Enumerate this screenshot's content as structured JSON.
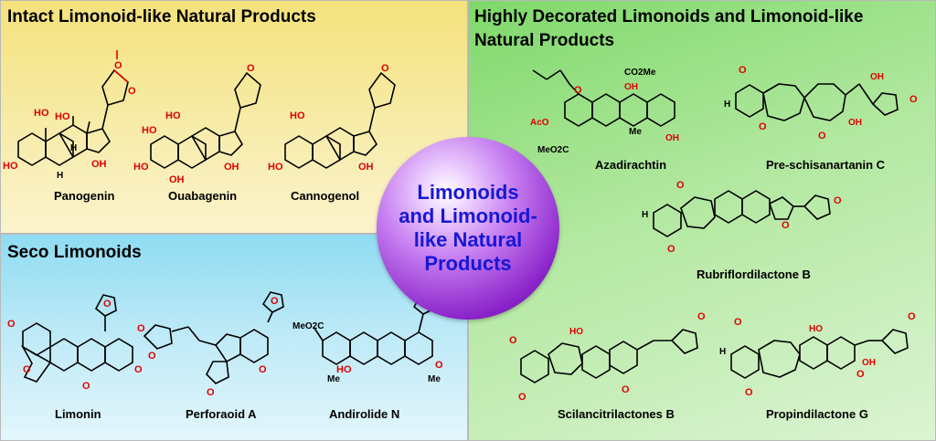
{
  "panels": {
    "intact_title": "Intact Limonoid-like Natural Products",
    "seco_title": "Seco Limonoids",
    "decorated_title_line1": "Highly Decorated Limonoids and Limonoid-like",
    "decorated_title_line2": "Natural Products"
  },
  "center": {
    "line1": "Limonoids",
    "line2": "and Limonoid-",
    "line3": "like Natural",
    "line4": "Products"
  },
  "compounds": {
    "panogenin": "Panogenin",
    "ouabagenin": "Ouabagenin",
    "cannogenol": "Cannogenol",
    "limonin": "Limonin",
    "perforaoid": "Perforaoid A",
    "andirolide": "Andirolide N",
    "azadirachtin": "Azadirachtin",
    "preschisanartanin": "Pre-schisanartanin C",
    "rubriflordilactone": "Rubriflordilactone B",
    "scilancitrilactones": "Scilancitrilactones B",
    "propindilactone": "Propindilactone G"
  },
  "atom_labels": {
    "O": "O",
    "OH": "OH",
    "HO": "HO",
    "H": "H",
    "AcO": "AcO",
    "MeO2C": "MeO2C",
    "CO2Me": "CO2Me",
    "Me": "Me"
  },
  "colors": {
    "intact_bg": "#f4e27c",
    "seco_bg": "#8fdcf2",
    "decorated_bg": "#7fd86a",
    "sphere": "#8a22c9",
    "center_text": "#1717d6",
    "heteroatom": "#e00000"
  }
}
